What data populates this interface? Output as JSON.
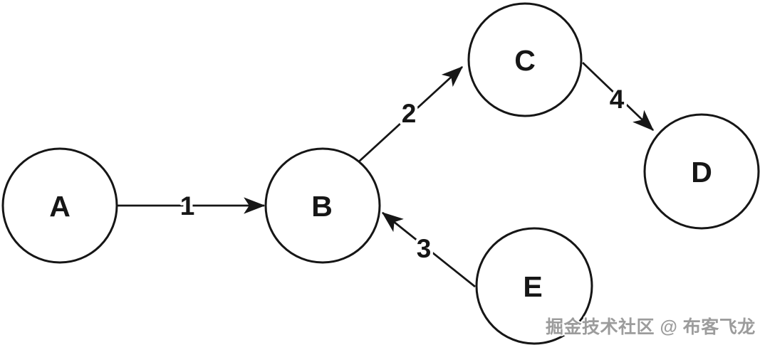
{
  "diagram": {
    "type": "directed-graph",
    "background_color": "#ffffff",
    "stroke_color": "#161616",
    "nodes": [
      {
        "id": "A",
        "label": "A"
      },
      {
        "id": "B",
        "label": "B"
      },
      {
        "id": "C",
        "label": "C"
      },
      {
        "id": "D",
        "label": "D"
      },
      {
        "id": "E",
        "label": "E"
      }
    ],
    "edges": [
      {
        "from": "A",
        "to": "B",
        "label": "1"
      },
      {
        "from": "B",
        "to": "C",
        "label": "2"
      },
      {
        "from": "E",
        "to": "B",
        "label": "3"
      },
      {
        "from": "C",
        "to": "D",
        "label": "4"
      }
    ]
  },
  "watermark": {
    "text": "掘金技术社区 @ 布客飞龙",
    "color": "#9c9c9c"
  }
}
